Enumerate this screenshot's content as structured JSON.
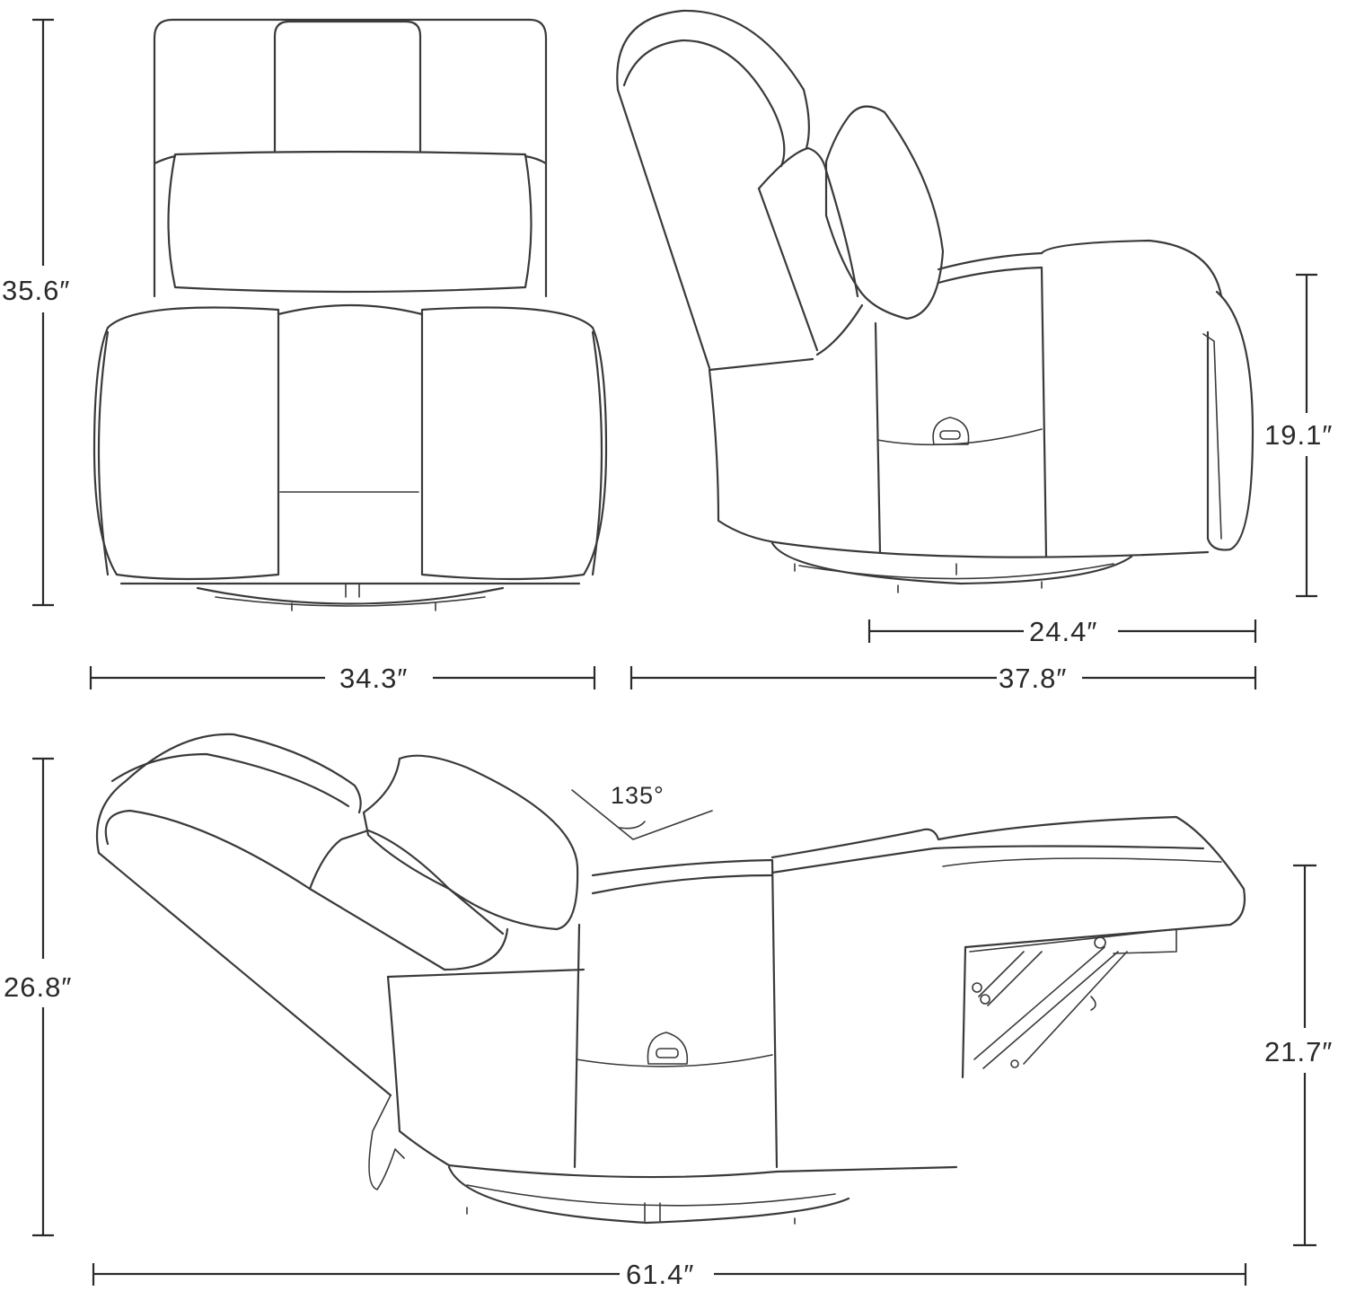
{
  "views": {
    "front": {
      "height": "35.6″",
      "width": "34.3″"
    },
    "side": {
      "height": "19.1″",
      "seat_depth": "24.4″",
      "depth": "37.8″"
    },
    "reclined": {
      "height": "26.8″",
      "footrest_height": "21.7″",
      "length": "61.4″",
      "angle": "135°"
    }
  },
  "colors": {
    "line": "#3a3a3a",
    "background": "#ffffff"
  }
}
